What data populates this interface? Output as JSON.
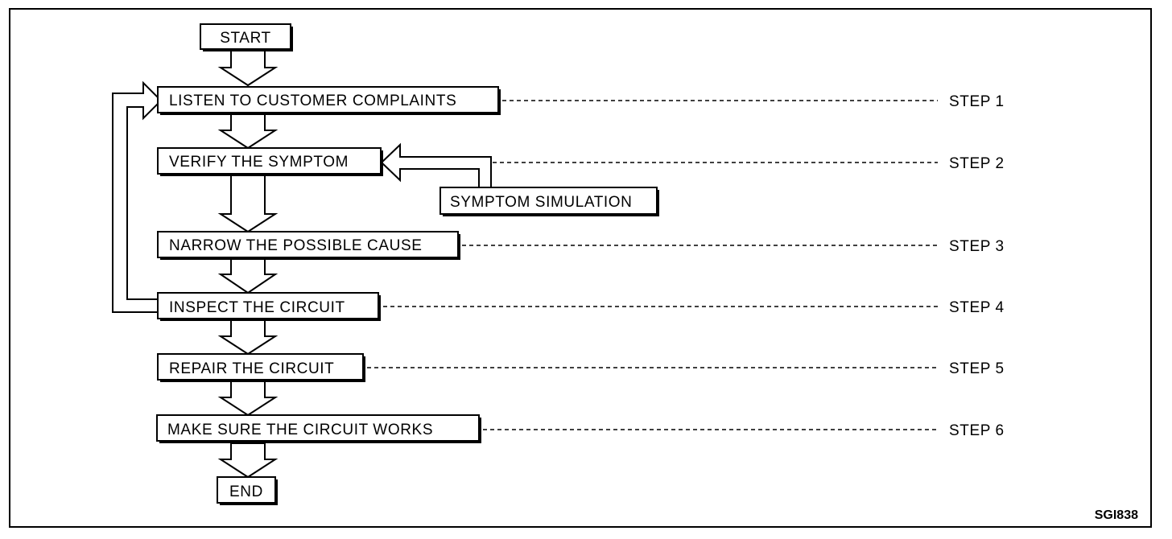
{
  "diagram": {
    "nodes": {
      "start": "START",
      "listen": "LISTEN TO CUSTOMER COMPLAINTS",
      "verify": "VERIFY THE SYMPTOM",
      "simulation": "SYMPTOM SIMULATION",
      "narrow": "NARROW THE POSSIBLE CAUSE",
      "inspect": "INSPECT THE CIRCUIT",
      "repair": "REPAIR THE CIRCUIT",
      "make_sure": "MAKE SURE THE CIRCUIT WORKS",
      "end": "END"
    },
    "steps": {
      "step1": "STEP 1",
      "step2": "STEP 2",
      "step3": "STEP 3",
      "step4": "STEP 4",
      "step5": "STEP 5",
      "step6": "STEP 6"
    },
    "figure_code": "SGI838"
  }
}
